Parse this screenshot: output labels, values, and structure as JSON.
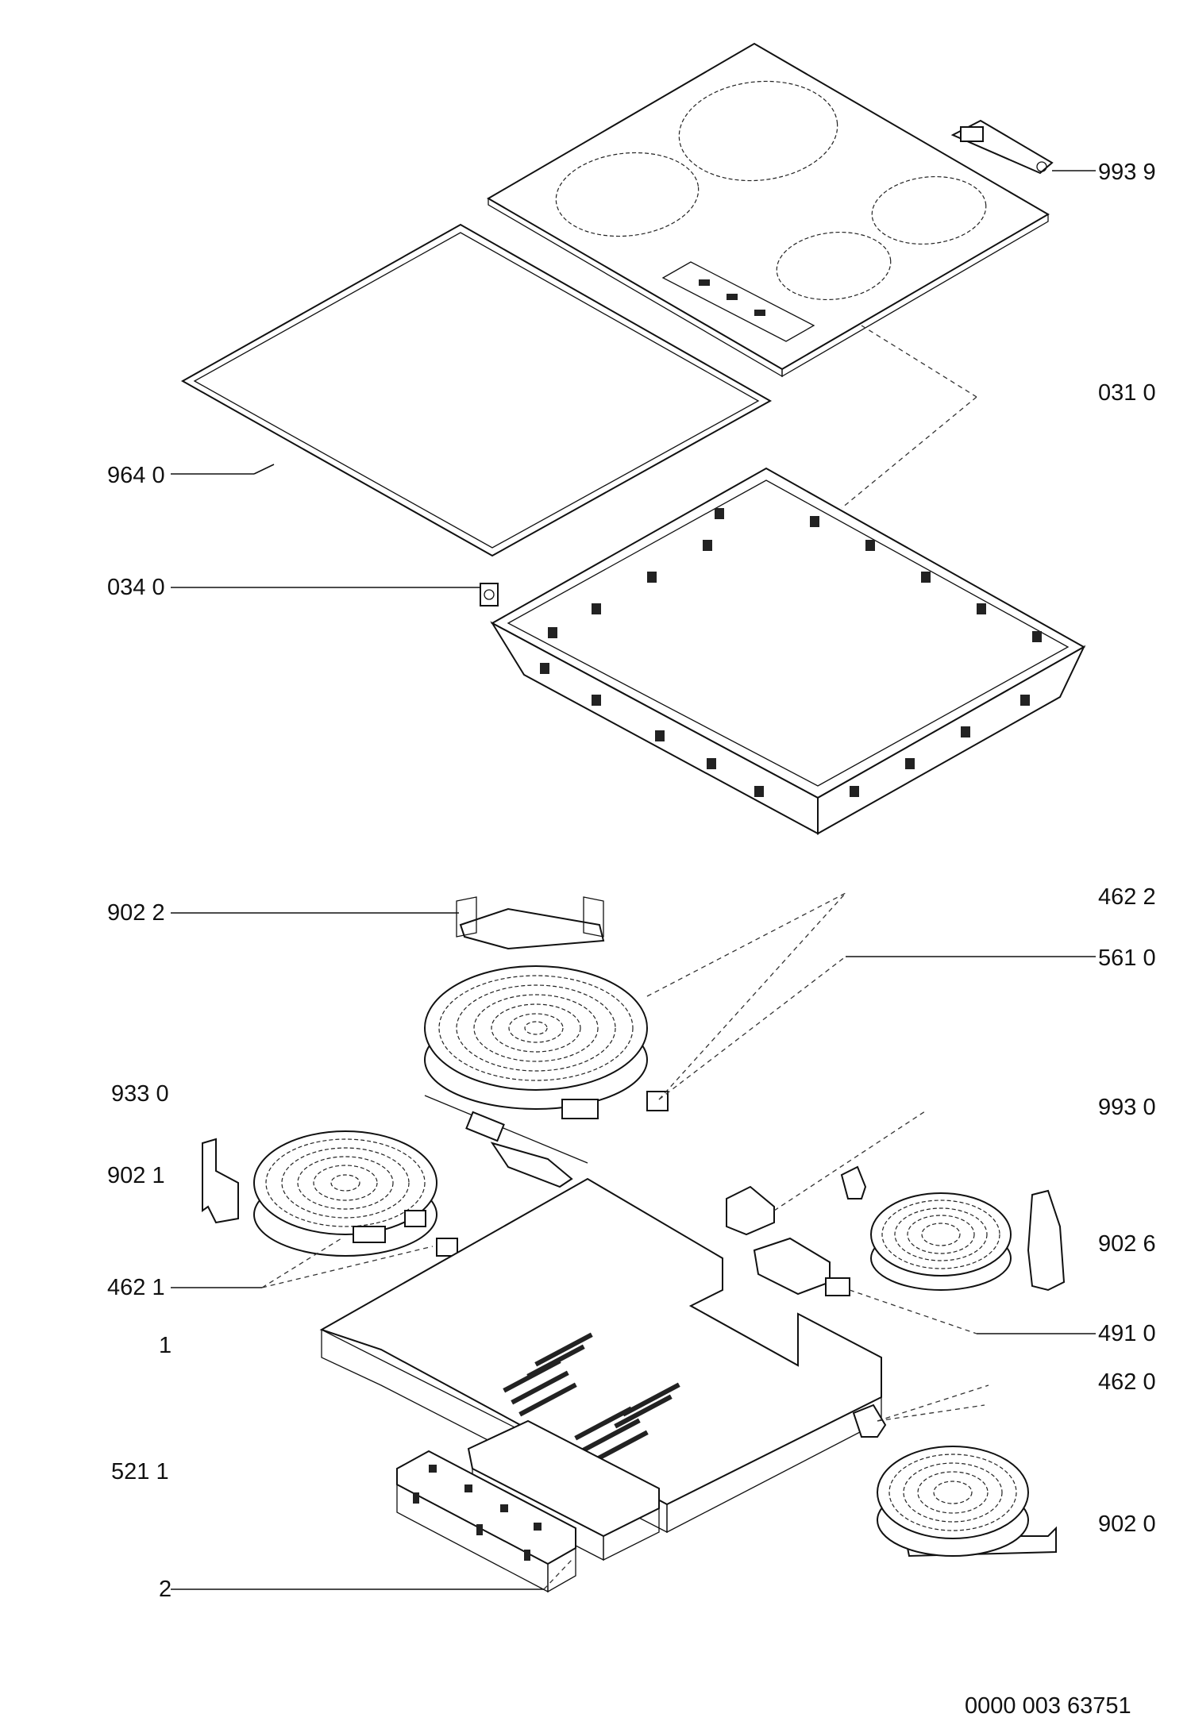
{
  "diagram": {
    "callouts": [
      {
        "id": "9939",
        "text": "993 9"
      },
      {
        "id": "0310",
        "text": "031 0"
      },
      {
        "id": "9640",
        "text": "964 0"
      },
      {
        "id": "0340",
        "text": "034 0"
      },
      {
        "id": "9022",
        "text": "902 2"
      },
      {
        "id": "4622",
        "text": "462 2"
      },
      {
        "id": "5610",
        "text": "561 0"
      },
      {
        "id": "9330",
        "text": "933 0"
      },
      {
        "id": "9930",
        "text": "993 0"
      },
      {
        "id": "9021",
        "text": "902 1"
      },
      {
        "id": "9026",
        "text": "902 6"
      },
      {
        "id": "4621",
        "text": "462 1"
      },
      {
        "id": "4910",
        "text": "491 0"
      },
      {
        "id": "n1",
        "text": "1"
      },
      {
        "id": "4620",
        "text": "462 0"
      },
      {
        "id": "5211",
        "text": "521 1"
      },
      {
        "id": "9020",
        "text": "902 0"
      },
      {
        "id": "n2",
        "text": "2"
      }
    ],
    "document_number": "0000 003 63751"
  }
}
